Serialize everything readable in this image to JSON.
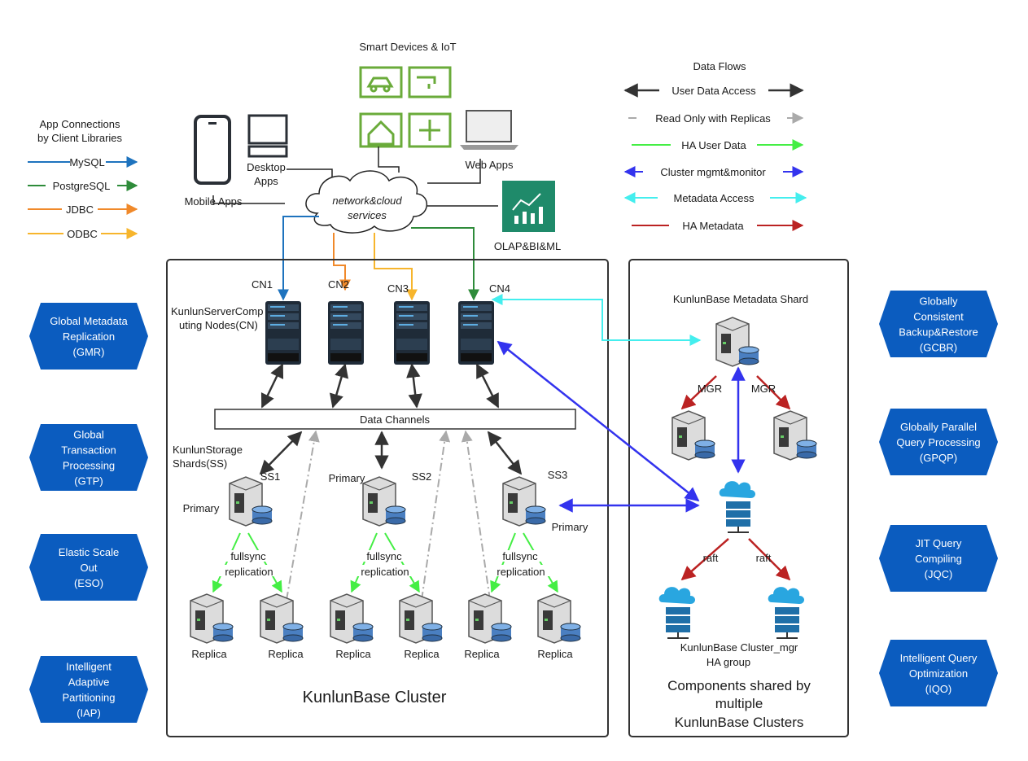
{
  "devices": {
    "smart_title": "Smart Devices & IoT",
    "mobile_label": "Mobile Apps",
    "desktop_label_1": "Desktop",
    "desktop_label_2": "Apps",
    "web_label": "Web Apps",
    "olap_label": "OLAP&BI&ML",
    "cloud_label_1": "network&cloud",
    "cloud_label_2": "services"
  },
  "app_connections": {
    "title_1": "App Connections",
    "title_2": "by Client Libraries",
    "items": [
      {
        "label": "MySQL",
        "color": "#1e73be"
      },
      {
        "label": "PostgreSQL",
        "color": "#2e8b3a"
      },
      {
        "label": "JDBC",
        "color": "#f0892a"
      },
      {
        "label": "ODBC",
        "color": "#f7b52c"
      }
    ]
  },
  "data_flows": {
    "title": "Data Flows",
    "items": [
      {
        "label": "User Data Access",
        "color": "#333333",
        "style": "solid"
      },
      {
        "label": "Read Only with Replicas",
        "color": "#aaaaaa",
        "style": "dashed"
      },
      {
        "label": "HA User Data",
        "color": "#44ee44",
        "style": "solid"
      },
      {
        "label": "Cluster mgmt&monitor",
        "color": "#3333ee",
        "style": "solid"
      },
      {
        "label": "Metadata Access",
        "color": "#44eeee",
        "style": "solid"
      },
      {
        "label": "HA Metadata",
        "color": "#bb2222",
        "style": "solid"
      }
    ]
  },
  "features_left": [
    {
      "lines": [
        "Global Metadata",
        "Replication",
        "(GMR)"
      ]
    },
    {
      "lines": [
        "Global",
        "Transaction",
        "Processing",
        "(GTP)"
      ]
    },
    {
      "lines": [
        "Elastic Scale",
        "Out",
        "(ESO)"
      ]
    },
    {
      "lines": [
        "Intelligent",
        "Adaptive",
        "Partitioning",
        "(IAP)"
      ]
    }
  ],
  "features_right": [
    {
      "lines": [
        "Globally",
        "Consistent",
        "Backup&Restore",
        "(GCBR)"
      ]
    },
    {
      "lines": [
        "Globally Parallel",
        "Query Processing",
        "(GPQP)"
      ]
    },
    {
      "lines": [
        "JIT Query",
        "Compiling",
        "(JQC)"
      ]
    },
    {
      "lines": [
        "Intelligent Query",
        "Optimization",
        "(IQO)"
      ]
    }
  ],
  "cluster": {
    "title": "KunlunBase Cluster",
    "compute_label_1": "KunlunServerComp",
    "compute_label_2": "uting Nodes(CN)",
    "nodes": [
      "CN1",
      "CN2",
      "CN3",
      "CN4"
    ],
    "channels_label": "Data Channels",
    "storage_label_1": "KunlunStorage",
    "storage_label_2": "Shards(SS)",
    "shards": [
      "SS1",
      "SS2",
      "SS3"
    ],
    "primary_label": "Primary",
    "replica_label": "Replica",
    "fullsync_1": "fullsync",
    "fullsync_2": "replication"
  },
  "shared": {
    "metadata_title": "KunlunBase Metadata Shard",
    "mgr_label": "MGR",
    "raft_label": "raft",
    "cluster_mgr_1": "KunlunBase Cluster_mgr",
    "cluster_mgr_2": "HA group",
    "footer_1": "Components shared by",
    "footer_2": "multiple",
    "footer_3": "KunlunBase Clusters"
  },
  "colors": {
    "hex_fill": "#0b5cbf",
    "iot_green": "#6aab3a",
    "server_dark": "#1f2b38"
  }
}
